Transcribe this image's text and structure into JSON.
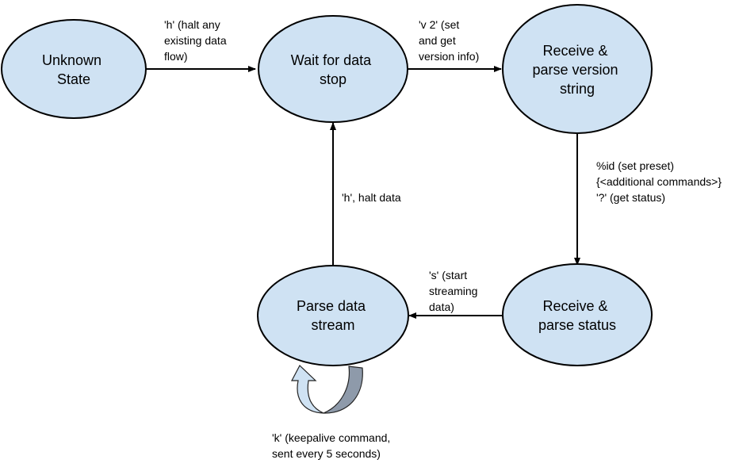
{
  "colors": {
    "state_fill": "#cfe2f3",
    "state_stroke": "#000000",
    "loop_arrow_light": "#cfe2f3",
    "loop_arrow_dark": "#8e9aaa"
  },
  "states": {
    "unknown": [
      "Unknown",
      "State"
    ],
    "wait": [
      "Wait for data",
      "stop"
    ],
    "version": [
      "Receive &",
      "parse version",
      "string"
    ],
    "status": [
      "Receive &",
      "parse status"
    ],
    "parse": [
      "Parse data",
      "stream"
    ]
  },
  "edges": {
    "unknown_to_wait": [
      "'h' (halt any",
      "existing data",
      "flow)"
    ],
    "wait_to_version": [
      "'v 2' (set",
      "and get",
      "version info)"
    ],
    "version_to_status": [
      "%id (set preset)",
      "{<additional commands>}",
      "'?' (get status)"
    ],
    "status_to_parse": [
      "'s' (start",
      "streaming",
      "data)"
    ],
    "parse_to_wait": [
      "'h', halt data"
    ],
    "parse_loop": [
      "'k' (keepalive command,",
      "sent every 5 seconds)"
    ]
  }
}
